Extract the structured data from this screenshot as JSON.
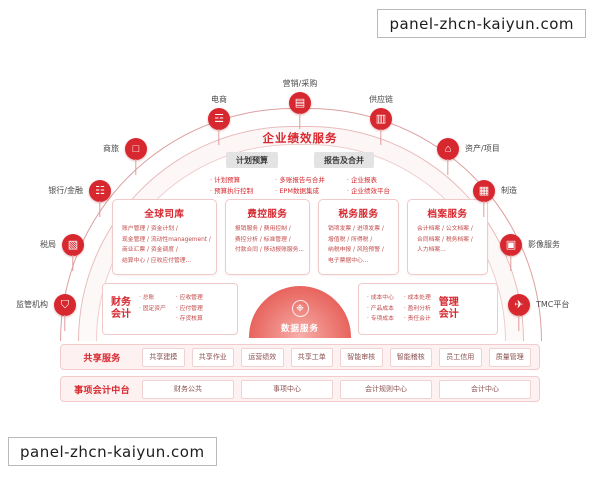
{
  "watermarks": {
    "top": "panel-zhcn-kaiyun.com",
    "bottom": "panel-zhcn-kaiyun.com"
  },
  "colors": {
    "brand_red": "#d7282f",
    "arch_line": "#dda0a0",
    "card_border": "#f0c9c9",
    "body_text_red": "#c24b4b",
    "pill_gray": "#e3e3e3"
  },
  "nodes": [
    {
      "label": "电商",
      "icon": "shopping-cart-icon",
      "glyph": "☲"
    },
    {
      "label": "营销/采购",
      "icon": "megaphone-icon",
      "glyph": "▤"
    },
    {
      "label": "供应链",
      "icon": "truck-icon",
      "glyph": "▥"
    },
    {
      "label": "资产/项目",
      "icon": "building-icon",
      "glyph": "⌂"
    },
    {
      "label": "制造",
      "icon": "factory-icon",
      "glyph": "▦"
    },
    {
      "label": "影像服务",
      "icon": "camera-icon",
      "glyph": "▣"
    },
    {
      "label": "TMC平台",
      "icon": "plane-icon",
      "glyph": "✈"
    },
    {
      "label": "监管机构",
      "icon": "shield-icon",
      "glyph": "⛉"
    },
    {
      "label": "税局",
      "icon": "bank-icon",
      "glyph": "▧"
    },
    {
      "label": "银行/金融",
      "icon": "bank-columns-icon",
      "glyph": "☷"
    },
    {
      "label": "商旅",
      "icon": "suitcase-icon",
      "glyph": "□"
    }
  ],
  "epm": {
    "title": "企业绩效服务",
    "pills": [
      "计划预算",
      "报告及合并"
    ],
    "columns": [
      [
        "计划预算",
        "预算执行控制"
      ],
      [
        "多账报告与合并",
        "EPM数据集成"
      ],
      [
        "企业报表",
        "企业绩效平台"
      ]
    ]
  },
  "service_cards": [
    {
      "title": "全球司库",
      "items": [
        "账户管理 / 资金计划 /",
        "现金管理 / 流动性management /",
        "商业汇票 / 资金调度 /",
        "结算中心 / 应收应付管理..."
      ]
    },
    {
      "title": "费控服务",
      "items": [
        "报销服务 / 费用控制 /",
        "费控分析 / 标准管理 /",
        "付款合同 / 移动报账服务..."
      ]
    },
    {
      "title": "税务服务",
      "items": [
        "销项发票 / 进项发票 /",
        "增值税 / 所得税 /",
        "纳税申报 / 风险预警 /",
        "电子票据中心..."
      ]
    },
    {
      "title": "档案服务",
      "items": [
        "会计档案 / 公文档案 /",
        "合同档案 / 税务档案 /",
        "人力档案..."
      ]
    }
  ],
  "accounting": {
    "left": {
      "name_line1": "财务",
      "name_line2": "会计",
      "column1": [
        "总账",
        "固定资产"
      ],
      "column2": [
        "应收管理",
        "应付管理",
        "存货核算"
      ]
    },
    "right": {
      "name_line1": "管理",
      "name_line2": "会计",
      "column1": [
        "成本中心",
        "产品成本",
        "专项成本"
      ],
      "column2": [
        "成本处理",
        "盈利分析",
        "责任会计"
      ]
    }
  },
  "data_hub": {
    "label": "数据服务",
    "icon": "data-node-icon",
    "glyph": "❉"
  },
  "shared_services_bar": {
    "title": "共享服务",
    "chips": [
      "共享建模",
      "共享作业",
      "运营绩效",
      "共享工单",
      "智能审核",
      "智能稽核",
      "员工信用",
      "质量管理"
    ]
  },
  "mid_office_bar": {
    "title": "事项会计中台",
    "chips": [
      "财务公共",
      "事项中心",
      "会计规则中心",
      "会计中心"
    ]
  }
}
